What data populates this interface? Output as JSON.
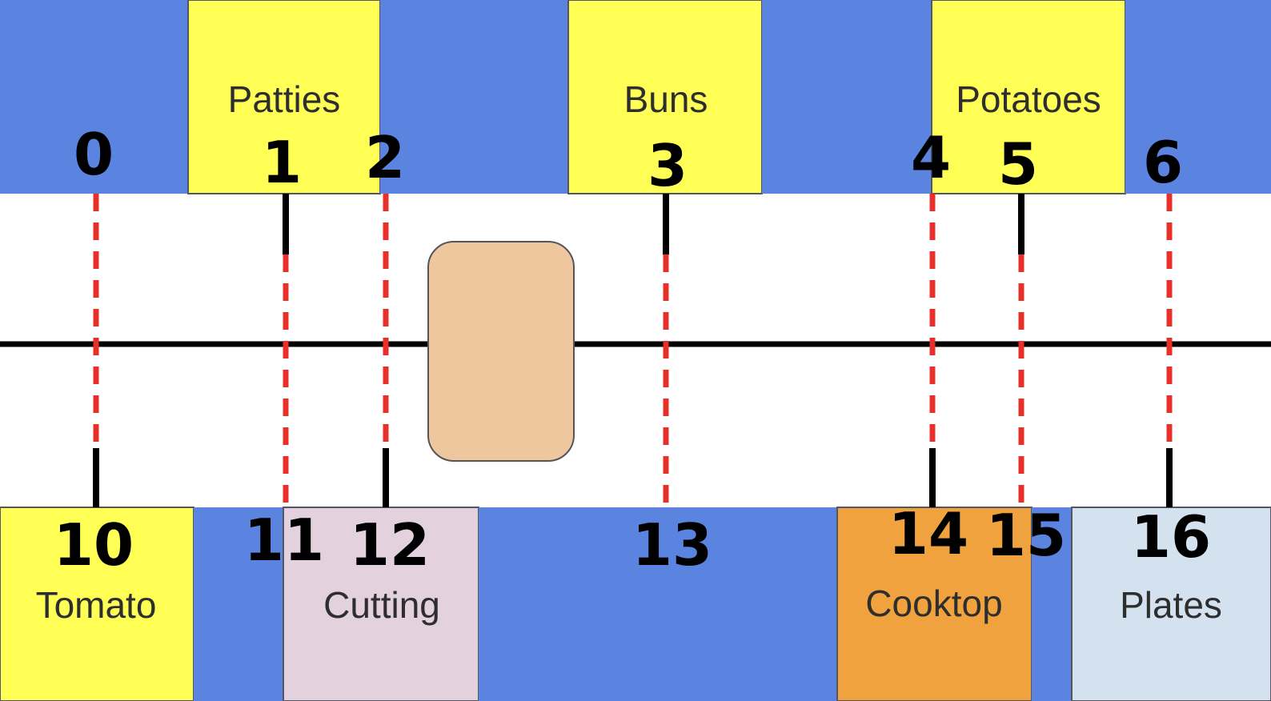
{
  "colors": {
    "counter": "#5b84e0",
    "ingredient": "#ffff55",
    "cutting": "#e3d1dd",
    "cooktop": "#f0a23e",
    "plates": "#d4e2f0",
    "floor": "#ffffff",
    "player": "#efc79e",
    "marker": "#e8302b"
  },
  "top_stations": [
    {
      "label": "Patties",
      "kind": "ingredient"
    },
    {
      "label": "Buns",
      "kind": "ingredient"
    },
    {
      "label": "Potatoes",
      "kind": "ingredient"
    }
  ],
  "bottom_stations": [
    {
      "label": "Tomato",
      "kind": "ingredient"
    },
    {
      "label": "Cutting",
      "kind": "cutting"
    },
    {
      "label": "Cooktop",
      "kind": "cooktop"
    },
    {
      "label": "Plates",
      "kind": "plates"
    }
  ],
  "top_markers": [
    "0",
    "1",
    "2",
    "3",
    "4",
    "5",
    "6"
  ],
  "bottom_markers": [
    "10",
    "11",
    "12",
    "13",
    "14",
    "15",
    "16"
  ]
}
